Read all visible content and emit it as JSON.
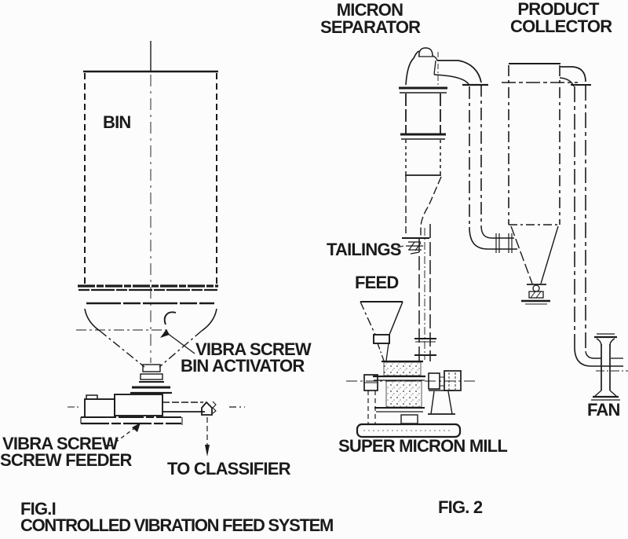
{
  "page": {
    "type": "scanned patent-style process diagram",
    "paper_color": "#fcfcfc",
    "ink_color": "#1b1b1b"
  },
  "figure1": {
    "number": "FIG.I",
    "caption": "CONTROLLED VIBRATION FEED SYSTEM",
    "labels": {
      "bin": "BIN",
      "bin_activator_line1": "VIBRA SCREW",
      "bin_activator_line2": "BIN ACTIVATOR",
      "screw_feeder_line1": "VIBRA SCREW",
      "screw_feeder_line2": "SCREW FEEDER",
      "to_classifier": "TO CLASSIFIER"
    }
  },
  "figure2": {
    "number": "FIG. 2",
    "labels": {
      "separator_line1": "MICRON",
      "separator_line2": "SEPARATOR",
      "collector_line1": "PRODUCT",
      "collector_line2": "COLLECTOR",
      "tailings": "TAILINGS",
      "feed": "FEED",
      "mill": "SUPER MICRON MILL",
      "fan": "FAN"
    }
  }
}
